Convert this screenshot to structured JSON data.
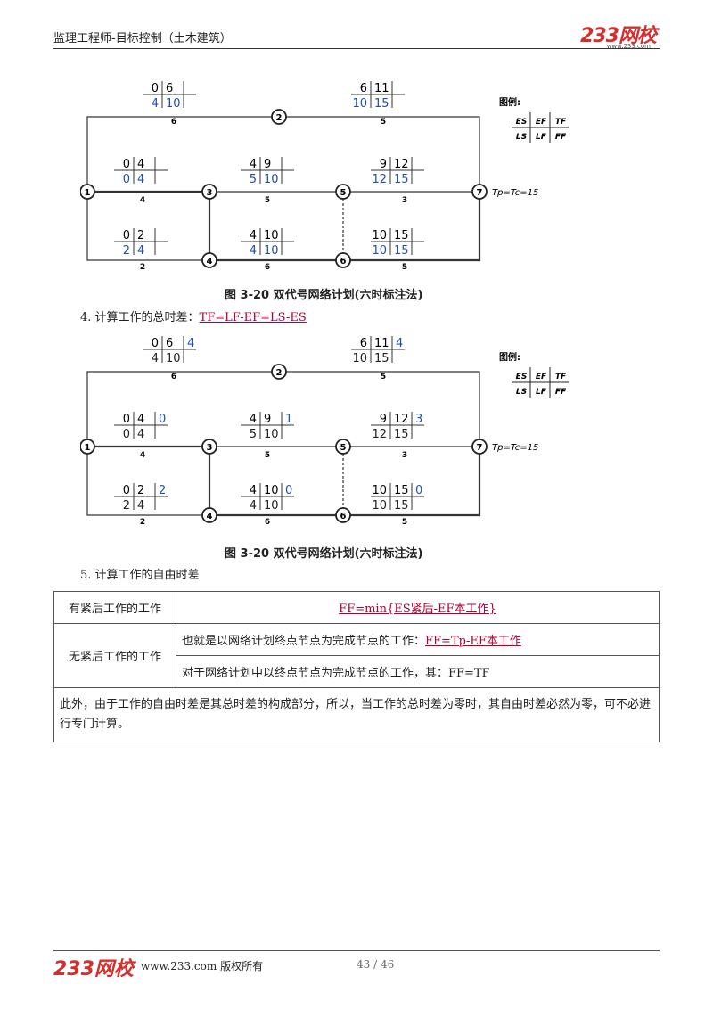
{
  "header": {
    "title": "监理工程师-目标控制（土木建筑）",
    "logo_text": "233网校",
    "logo_sub": "www.233.com"
  },
  "legend": {
    "title": "图例:",
    "row1": [
      "ES",
      "EF",
      "TF"
    ],
    "row2": [
      "LS",
      "LF",
      "FF"
    ],
    "tp_label": "Tp=Tc=15"
  },
  "diagram1": {
    "caption": "图 3-20   双代号网络计划(六时标注法)",
    "nodes": [
      "1",
      "2",
      "3",
      "4",
      "5",
      "6",
      "7"
    ],
    "activities": [
      {
        "id": "1-2",
        "es": "0",
        "ef": "6",
        "ls": "4",
        "lf": "10",
        "tf": "",
        "ff": "",
        "duration": "6"
      },
      {
        "id": "2-7",
        "es": "6",
        "ef": "11",
        "ls": "10",
        "lf": "15",
        "tf": "",
        "ff": "",
        "duration": "5"
      },
      {
        "id": "1-3",
        "es": "0",
        "ef": "4",
        "ls": "0",
        "lf": "4",
        "tf": "",
        "ff": "",
        "duration": "4"
      },
      {
        "id": "3-5",
        "es": "4",
        "ef": "9",
        "ls": "5",
        "lf": "10",
        "tf": "",
        "ff": "",
        "duration": "5"
      },
      {
        "id": "5-7",
        "es": "9",
        "ef": "12",
        "ls": "12",
        "lf": "15",
        "tf": "",
        "ff": "",
        "duration": "3"
      },
      {
        "id": "1-4",
        "es": "0",
        "ef": "2",
        "ls": "2",
        "lf": "4",
        "tf": "",
        "ff": "",
        "duration": "2"
      },
      {
        "id": "4-6",
        "es": "4",
        "ef": "10",
        "ls": "4",
        "lf": "10",
        "tf": "",
        "ff": "",
        "duration": "6"
      },
      {
        "id": "6-7",
        "es": "10",
        "ef": "15",
        "ls": "10",
        "lf": "15",
        "tf": "",
        "ff": "",
        "duration": "5"
      }
    ]
  },
  "step4": {
    "label": "4. 计算工作的总时差：",
    "formula": "TF=LF-EF=LS-ES"
  },
  "diagram2": {
    "caption": "图 3-20   双代号网络计划(六时标注法)",
    "activities": [
      {
        "id": "1-2",
        "es": "0",
        "ef": "6",
        "ls": "4",
        "lf": "10",
        "tf": "4",
        "duration": "6"
      },
      {
        "id": "2-7",
        "es": "6",
        "ef": "11",
        "ls": "10",
        "lf": "15",
        "tf": "4",
        "duration": "5"
      },
      {
        "id": "1-3",
        "es": "0",
        "ef": "4",
        "ls": "0",
        "lf": "4",
        "tf": "0",
        "duration": "4"
      },
      {
        "id": "3-5",
        "es": "4",
        "ef": "9",
        "ls": "5",
        "lf": "10",
        "tf": "1",
        "duration": "5"
      },
      {
        "id": "5-7",
        "es": "9",
        "ef": "12",
        "ls": "12",
        "lf": "15",
        "tf": "3",
        "duration": "3"
      },
      {
        "id": "1-4",
        "es": "0",
        "ef": "2",
        "ls": "2",
        "lf": "4",
        "tf": "2",
        "duration": "2"
      },
      {
        "id": "4-6",
        "es": "4",
        "ef": "10",
        "ls": "4",
        "lf": "10",
        "tf": "0",
        "duration": "6"
      },
      {
        "id": "6-7",
        "es": "10",
        "ef": "15",
        "ls": "10",
        "lf": "15",
        "tf": "0",
        "duration": "5"
      }
    ]
  },
  "step5": {
    "label": "5. 计算工作的自由时差"
  },
  "table": {
    "row1_label": "有紧后工作的工作",
    "row1_formula": "FF=min{ES紧后-EF本工作}",
    "row2_label": "无紧后工作的工作",
    "row2a_text": "也就是以网络计划终点节点为完成节点的工作：",
    "row2a_formula": "FF=Tp-EF本工作",
    "row2b_text": "对于网络计划中以终点节点为完成节点的工作，其：FF=TF",
    "note": "此外，由于工作的自由时差是其总时差的构成部分，所以，当工作的总时差为零时，其自由时差必然为零，可不必进行专门计算。"
  },
  "footer": {
    "logo_text": "233网校",
    "site": "www.233.com 版权所有",
    "page": "43 / 46"
  },
  "colors": {
    "accent_red": "#d32f2f",
    "blue_values": "#1f4fb0",
    "formula_red": "#b00030"
  }
}
